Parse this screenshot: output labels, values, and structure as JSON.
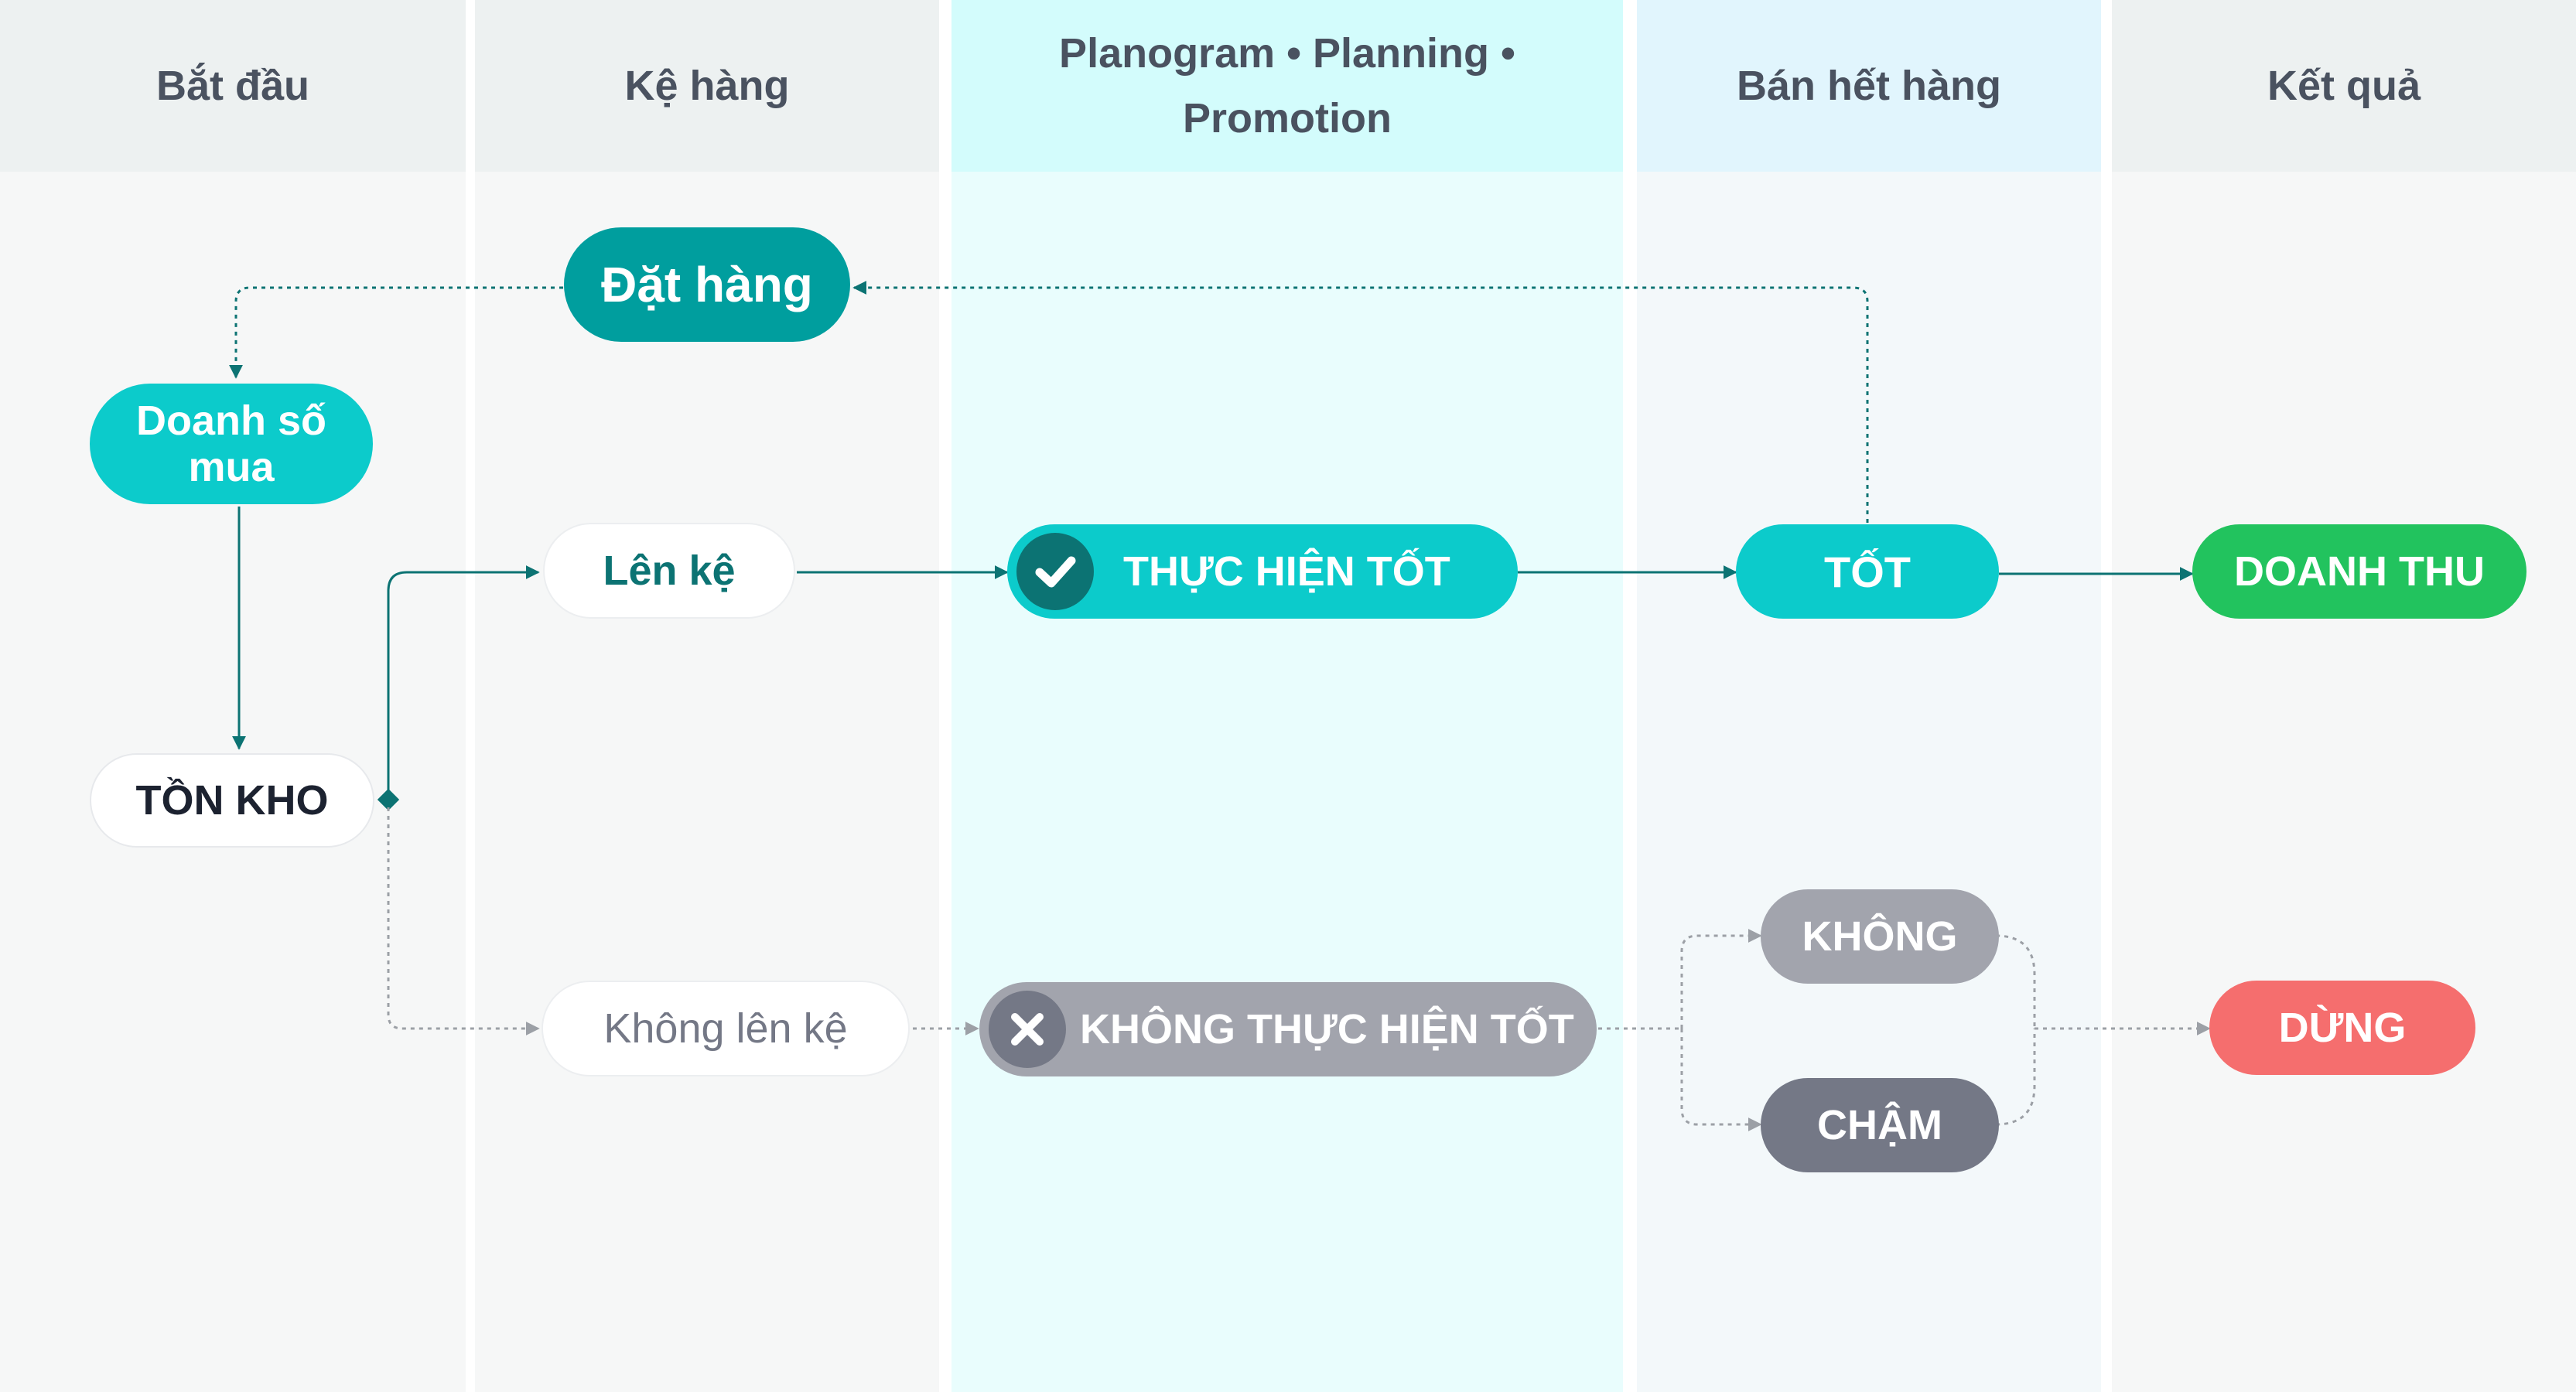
{
  "colors": {
    "lane_header": "#edf1f1",
    "lane_body": "#f6f7f7",
    "lane_header_hl": "#d3fcfc",
    "lane_body_hl": "#e9fdfd",
    "lane_header_soft": "#e1f5fd",
    "lane_body_soft": "#f3f8fa",
    "teal_dark": "#009e9e",
    "teal": "#0ccbcb",
    "green": "#22c35e",
    "red": "#f56e6e",
    "gray": "#a2a4ad",
    "gray_dark": "#747886",
    "edge_dark": "#0c7373",
    "edge_light": "#9ca0a6",
    "text_dark": "#4a5260",
    "text_label": "#1c2230"
  },
  "lanes": [
    {
      "id": "lane-start",
      "label_lines": [
        "Bắt đầu"
      ]
    },
    {
      "id": "lane-shelf",
      "label_lines": [
        "Kệ hàng"
      ]
    },
    {
      "id": "lane-planogram",
      "label_lines": [
        "Planogram • Planning •",
        "Promotion"
      ]
    },
    {
      "id": "lane-sellout",
      "label_lines": [
        "Bán hết hàng"
      ]
    },
    {
      "id": "lane-result",
      "label_lines": [
        "Kết quả"
      ]
    }
  ],
  "nodes": {
    "order": "Đặt hàng",
    "purchase_sales": [
      "Doanh số",
      "mua"
    ],
    "inventory": "TỒN KHO",
    "on_shelf": "Lên kệ",
    "off_shelf": "Không lên kệ",
    "execute_well": "THỰC HIỆN TỐT",
    "execute_poor": "KHÔNG THỰC HIỆN TỐT",
    "good": "TỐT",
    "none": "KHÔNG",
    "slow": "CHẬM",
    "revenue": "DOANH THU",
    "stop": "DỪNG"
  },
  "icons": {
    "execute_well": "check-icon",
    "execute_poor": "cross-icon"
  }
}
